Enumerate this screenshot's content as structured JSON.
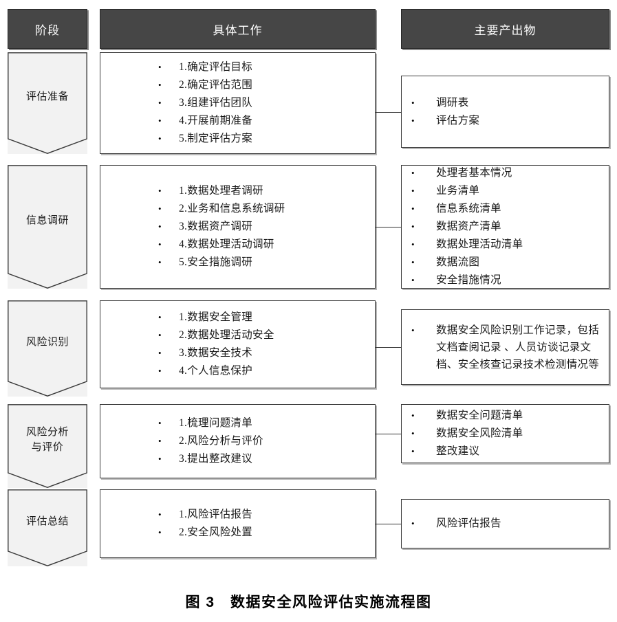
{
  "figure": {
    "caption": "图 3　数据安全风险评估实施流程图"
  },
  "headers": {
    "stage": "阶段",
    "work": "具体工作",
    "output": "主要产出物"
  },
  "bullet_glyph": "•",
  "colors": {
    "header_fill": "#464646",
    "header_text": "#ffffff",
    "stage_fill": "#f2f2f2",
    "stage_border": "#3a3a3a",
    "box_border": "#3a3a3a",
    "box_fill": "#ffffff",
    "text": "#1a1a1a",
    "connector": "#2f2f2f"
  },
  "rows": [
    {
      "stage": "评估准备",
      "work": [
        "1.确定评估目标",
        "2.确定评估范围",
        "3.组建评估团队",
        "4.开展前期准备",
        "5.制定评估方案"
      ],
      "output": [
        "调研表",
        "评估方案"
      ]
    },
    {
      "stage": "信息调研",
      "work": [
        "1.数据处理者调研",
        "2.业务和信息系统调研",
        "3.数据资产调研",
        "4.数据处理活动调研",
        "5.安全措施调研"
      ],
      "output": [
        "处理者基本情况",
        "业务清单",
        "信息系统清单",
        "数据资产清单",
        "数据处理活动清单",
        "数据流图",
        "安全措施情况"
      ]
    },
    {
      "stage": "风险识别",
      "work": [
        "1.数据安全管理",
        "2.数据处理活动安全",
        "3.数据安全技术",
        "4.个人信息保护"
      ],
      "output": [
        "数据安全风险识别工作记录，包括文档查阅记录 、人员访谈记录文档、安全核查记录技术检测情况等"
      ]
    },
    {
      "stage": "风险分析\n与评价",
      "work": [
        "1.梳理问题清单",
        "2.风险分析与评价",
        "3.提出整改建议"
      ],
      "output": [
        "数据安全问题清单",
        "数据安全风险清单",
        "整改建议"
      ]
    },
    {
      "stage": "评估总结",
      "work": [
        "1.风险评估报告",
        "2.安全风险处置"
      ],
      "output": [
        "风险评估报告"
      ]
    }
  ]
}
